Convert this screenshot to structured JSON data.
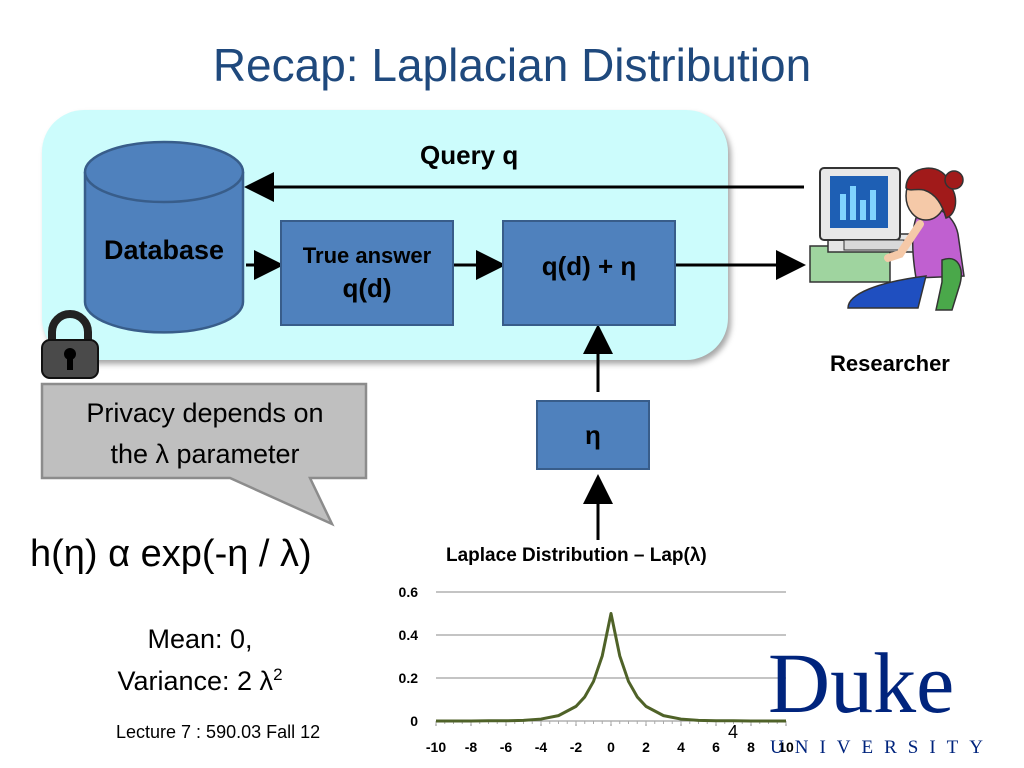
{
  "slide": {
    "title": "Recap: Laplacian Distribution",
    "query_label": "Query q",
    "database_label": "Database",
    "true_answer_line1": "True answer",
    "true_answer_line2": "q(d)",
    "noisy_answer": "q(d) + η",
    "noise_box": "η",
    "researcher_label": "Researcher",
    "callout_line1": "Privacy depends on",
    "callout_line2": "the λ parameter",
    "formula": "h(η) α exp(-η / λ)",
    "mean": "Mean: 0,",
    "variance": "Variance: 2 λ",
    "variance_exp": "2",
    "footer": "Lecture 7 : 590.03 Fall 12",
    "page_number": "4",
    "logo_word": "Duke",
    "logo_sub": "UNIVERSITY",
    "icons": [
      "database-icon",
      "lock-icon",
      "researcher-icon",
      "speech-bubble"
    ]
  },
  "chart_data": {
    "type": "line",
    "title": "Laplace Distribution – Lap(λ)",
    "x_ticks": [
      "-10",
      "-8",
      "-6",
      "-4",
      "-2",
      "0",
      "2",
      "4",
      "6",
      "8",
      "10"
    ],
    "y_ticks": [
      "0",
      "0.2",
      "0.4",
      "0.6"
    ],
    "xlim": [
      -10,
      10
    ],
    "ylim": [
      0,
      0.6
    ],
    "grid": true,
    "series": [
      {
        "line_color": "#4f6228",
        "x": [
          -10,
          -9,
          -8,
          -7,
          -6,
          -5,
          -4,
          -3,
          -2,
          -1.5,
          -1,
          -0.5,
          0,
          0.5,
          1,
          1.5,
          2,
          3,
          4,
          5,
          6,
          7,
          8,
          9,
          10
        ],
        "y": [
          0,
          0,
          0,
          0.001,
          0.001,
          0.003,
          0.009,
          0.025,
          0.068,
          0.112,
          0.184,
          0.303,
          0.5,
          0.303,
          0.184,
          0.112,
          0.068,
          0.025,
          0.009,
          0.003,
          0.001,
          0.001,
          0,
          0,
          0
        ]
      }
    ]
  },
  "colors": {
    "title": "#1f497d",
    "panel": "#ccfcfc",
    "box": "#4f81bd",
    "callout": "#bfbfbf",
    "duke": "#00247d"
  }
}
